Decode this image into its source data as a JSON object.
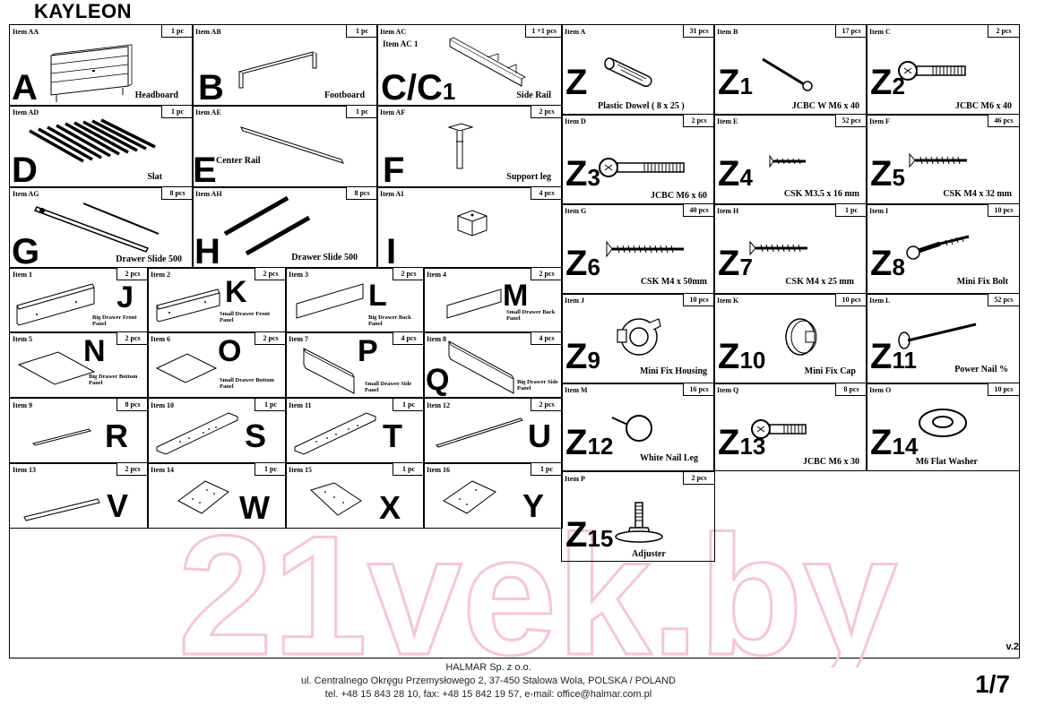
{
  "doc": {
    "title": "KAYLEON",
    "version": "v.2",
    "page": "1/7"
  },
  "footer": {
    "company": "HALMAR Sp. z o.o.",
    "address": "ul. Centralnego Okręgu Przemysłowego 2, 37-450 Stalowa Wola, POLSKA / POLAND",
    "contact": "tel. +48 15 843 28 10, fax: +48 15 842 19 57, e-mail: office@halmar.com.pl"
  },
  "watermark": "21vek.by",
  "items": {
    "AA": {
      "item": "Item AA",
      "qty": "1 pc",
      "letter": "A",
      "name": "Headboard"
    },
    "AB": {
      "item": "Item AB",
      "qty": "1 pc",
      "letter": "B",
      "name": "Footboard"
    },
    "AC": {
      "item": "Item AC",
      "sub": "Item AC 1",
      "qty": "1 +1 pcs",
      "letter": "C/C",
      "letter_sub": "1",
      "name": "Side Rail"
    },
    "AD": {
      "item": "Item AD",
      "qty": "1 pc",
      "letter": "D",
      "name": "Slat"
    },
    "AE": {
      "item": "Item AE",
      "qty": "1 pc",
      "letter": "E",
      "name": "Center Rail"
    },
    "AF": {
      "item": "Item AF",
      "qty": "2 pcs",
      "letter": "F",
      "name": "Support leg"
    },
    "AG": {
      "item": "Item AG",
      "qty": "8 pcs",
      "letter": "G",
      "name": "Drawer Slide 500"
    },
    "AH": {
      "item": "Item AH",
      "qty": "8 pcs",
      "letter": "H",
      "name": "Drawer Slide 500"
    },
    "AI": {
      "item": "Item AI",
      "qty": "4 pcs",
      "letter": "I",
      "name": ""
    },
    "1": {
      "item": "Item 1",
      "qty": "2 pcs",
      "letter": "J",
      "name": "Big Drawer Front Panel"
    },
    "2": {
      "item": "Item 2",
      "qty": "2 pcs",
      "letter": "K",
      "name": "Small Drawer Front Panel"
    },
    "3": {
      "item": "Item 3",
      "qty": "2 pcs",
      "letter": "L",
      "name": "Big Drawer Back Panel"
    },
    "4": {
      "item": "Item 4",
      "qty": "2 pcs",
      "letter": "M",
      "name": "Small Drawer Back Panel"
    },
    "5": {
      "item": "Item 5",
      "qty": "2 pcs",
      "letter": "N",
      "name": "Big Drawer Bottom Panel"
    },
    "6": {
      "item": "Item 6",
      "qty": "2 pcs",
      "letter": "O",
      "name": "Small Drawer Bottom Panel"
    },
    "7": {
      "item": "Item 7",
      "qty": "4 pcs",
      "letter": "P",
      "name": "Small Drawer Side Panel"
    },
    "8": {
      "item": "Item 8",
      "qty": "4 pcs",
      "letter": "Q",
      "name": "Big Drawer Side Panel"
    },
    "9": {
      "item": "Item 9",
      "qty": "8 pcs",
      "letter": "R"
    },
    "10": {
      "item": "Item 10",
      "qty": "1 pc",
      "letter": "S"
    },
    "11": {
      "item": "Item 11",
      "qty": "1 pc",
      "letter": "T"
    },
    "12": {
      "item": "Item 12",
      "qty": "2 pcs",
      "letter": "U"
    },
    "13": {
      "item": "Item 13",
      "qty": "2 pcs",
      "letter": "V"
    },
    "14": {
      "item": "Item 14",
      "qty": "1 pc",
      "letter": "W"
    },
    "15": {
      "item": "Item 15",
      "qty": "1 pc",
      "letter": "X"
    },
    "16": {
      "item": "Item 16",
      "qty": "1 pc",
      "letter": "Y"
    },
    "A": {
      "item": "Item A",
      "qty": "31 pcs",
      "letter": "Z",
      "sub": "",
      "name": "Plastic Dowel ( 8 x 25 )"
    },
    "B": {
      "item": "Item B",
      "qty": "17 pcs",
      "letter": "Z",
      "sub": "1",
      "name": "JCBC W M6 x 40"
    },
    "C": {
      "item": "Item C",
      "qty": "2 pcs",
      "letter": "Z",
      "sub": "2",
      "name": "JCBC M6 x 40"
    },
    "D": {
      "item": "Item D",
      "qty": "2 pcs",
      "letter": "Z",
      "sub": "3",
      "name": "JCBC M6 x 60"
    },
    "E": {
      "item": "Item E",
      "qty": "52 pcs",
      "letter": "Z",
      "sub": "4",
      "name": "CSK M3.5 x 16 mm"
    },
    "F": {
      "item": "Item F",
      "qty": "46 pcs",
      "letter": "Z",
      "sub": "5",
      "name": "CSK M4 x 32 mm"
    },
    "G": {
      "item": "Item G",
      "qty": "40 pcs",
      "letter": "Z",
      "sub": "6",
      "name": "CSK M4 x 50mm"
    },
    "H": {
      "item": "Item H",
      "qty": "1 pc",
      "letter": "Z",
      "sub": "7",
      "name": "CSK M4 x 25 mm"
    },
    "I": {
      "item": "Item I",
      "qty": "10 pcs",
      "letter": "Z",
      "sub": "8",
      "name": "Mini Fix Bolt"
    },
    "J": {
      "item": "Item J",
      "qty": "10 pcs",
      "letter": "Z",
      "sub": "9",
      "name": "Mini Fix Housing"
    },
    "K": {
      "item": "Item K",
      "qty": "10 pcs",
      "letter": "Z",
      "sub": "10",
      "name": "Mini Fix Cap"
    },
    "L": {
      "item": "Item L",
      "qty": "52 pcs",
      "letter": "Z",
      "sub": "11",
      "name": "Power Nail %"
    },
    "M": {
      "item": "Item M",
      "qty": "16 pcs",
      "letter": "Z",
      "sub": "12",
      "name": "White Nail Leg"
    },
    "Q": {
      "item": "Item Q",
      "qty": "8 pcs",
      "letter": "Z",
      "sub": "13",
      "name": "JCBC M6 x 30"
    },
    "O": {
      "item": "Item O",
      "qty": "10 pcs",
      "letter": "Z",
      "sub": "14",
      "name": "M6 Flat Washer"
    },
    "P": {
      "item": "Item P",
      "qty": "2 pcs",
      "letter": "Z",
      "sub": "15",
      "name": "Adjuster"
    }
  }
}
